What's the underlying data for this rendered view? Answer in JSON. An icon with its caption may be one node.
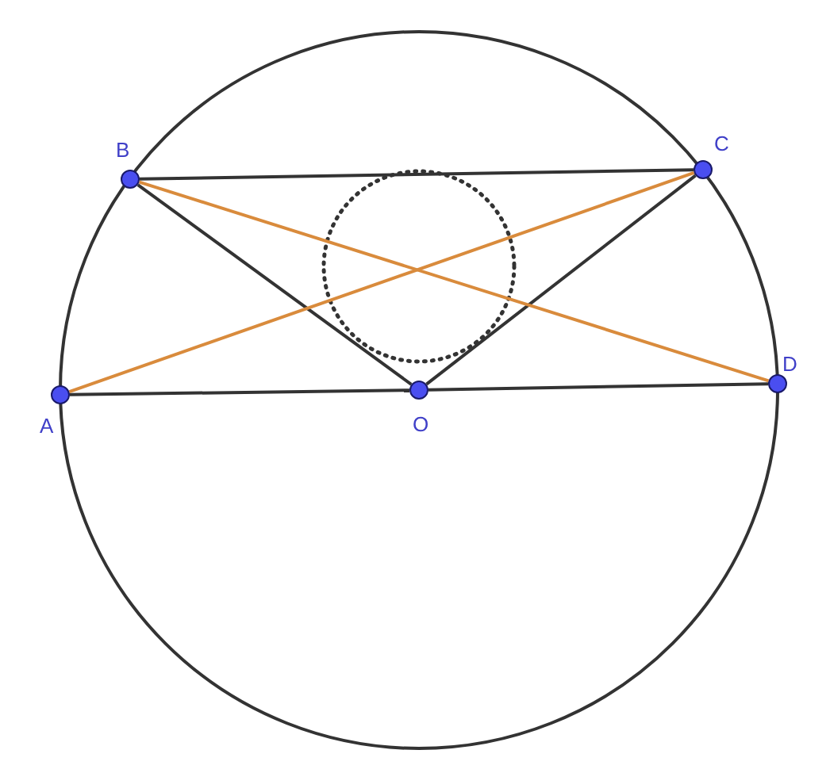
{
  "diagram": {
    "nodes": [
      {
        "text": [
          "B"
        ]
      },
      {
        "text": [
          "C"
        ]
      },
      {
        "text": [
          "A"
        ]
      },
      {
        "text": [
          "O"
        ]
      },
      {
        "text": [
          "D"
        ]
      }
    ],
    "edges": [
      {
        "from": 0,
        "to": 1,
        "arrow": "none"
      },
      {
        "from": 0,
        "to": 3,
        "arrow": "none"
      },
      {
        "from": 3,
        "to": 1,
        "arrow": "none"
      },
      {
        "from": 2,
        "to": 3,
        "arrow": "none"
      },
      {
        "from": 3,
        "to": 4,
        "arrow": "none"
      },
      {
        "from": 2,
        "to": 1,
        "arrow": "none",
        "color": "#d98b3c"
      },
      {
        "from": 0,
        "to": 4,
        "arrow": "none",
        "color": "#d98b3c"
      }
    ]
  }
}
